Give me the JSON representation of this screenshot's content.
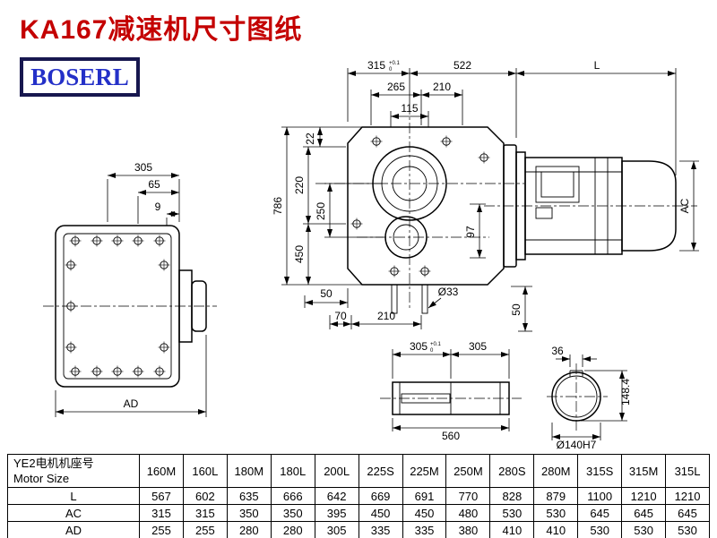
{
  "page": {
    "title": "KA167减速机尺寸图纸"
  },
  "logo": {
    "text": "BOSERL"
  },
  "dims": {
    "side": {
      "w305": "305",
      "d65": "65",
      "d9": "9",
      "ad": "AD"
    },
    "front": {
      "t315": "315",
      "t315_tol_u": "+0.1",
      "t315_tol_l": "0",
      "t522": "522",
      "tL": "L",
      "t265": "265",
      "t210": "210",
      "t115": "115",
      "l22": "22",
      "l220": "220",
      "l250": "250",
      "l450": "450",
      "l786": "786",
      "r97": "97",
      "rAC": "AC",
      "r50": "50",
      "b50": "50",
      "b70": "70",
      "b210": "210",
      "hole": "Ø33"
    },
    "shaft": {
      "s305a": "305",
      "s305a_tol_u": "+0.1",
      "s305a_tol_l": "0",
      "s305b": "305",
      "s560": "560"
    },
    "shaft_end": {
      "key36": "36",
      "h1484": "148.4",
      "bore": "Ø140H7"
    }
  },
  "table": {
    "header_cn": "YE2电机机座号",
    "header_en": "Motor Size",
    "columns": [
      "160M",
      "160L",
      "180M",
      "180L",
      "200L",
      "225S",
      "225M",
      "250M",
      "280S",
      "280M",
      "315S",
      "315M",
      "315L"
    ],
    "rows": [
      {
        "label": "L",
        "values": [
          "567",
          "602",
          "635",
          "666",
          "642",
          "669",
          "691",
          "770",
          "828",
          "879",
          "1100",
          "1210",
          "1210"
        ]
      },
      {
        "label": "AC",
        "values": [
          "315",
          "315",
          "350",
          "350",
          "395",
          "450",
          "450",
          "480",
          "530",
          "530",
          "645",
          "645",
          "645"
        ]
      },
      {
        "label": "AD",
        "values": [
          "255",
          "255",
          "280",
          "280",
          "305",
          "335",
          "335",
          "380",
          "410",
          "410",
          "530",
          "530",
          "530"
        ]
      }
    ]
  }
}
